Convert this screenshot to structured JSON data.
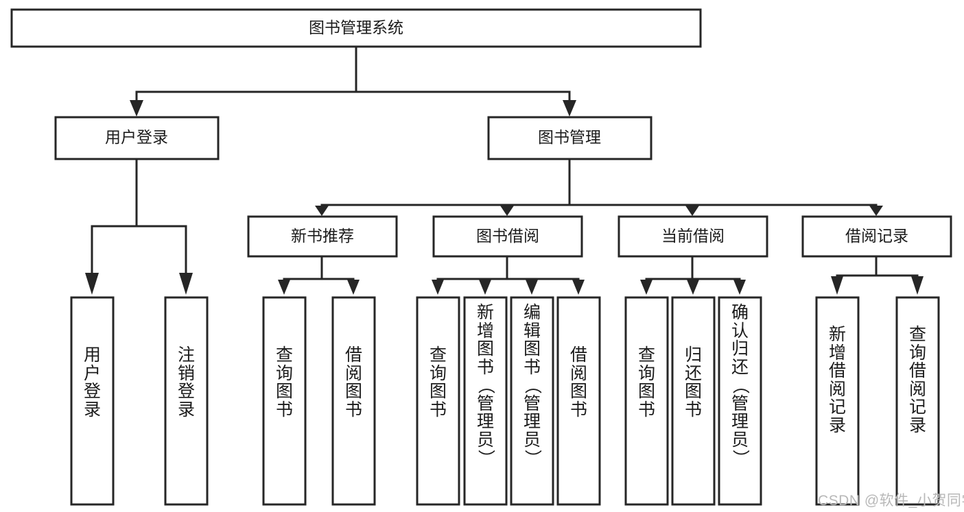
{
  "diagram": {
    "title_text": "图书管理系统",
    "type": "tree",
    "colors": {
      "stroke": "#262626",
      "fill": "#ffffff",
      "text": "#1b1b1b",
      "watermark": "#b8b8b8",
      "background": "#ffffff"
    },
    "root": {
      "label": "图书管理系统"
    },
    "level2": [
      {
        "label": "用户登录"
      },
      {
        "label": "图书管理"
      }
    ],
    "level3": [
      {
        "label": "新书推荐"
      },
      {
        "label": "图书借阅"
      },
      {
        "label": "当前借阅"
      },
      {
        "label": "借阅记录"
      }
    ],
    "leaves": {
      "user_login": [
        {
          "label": "用户登录"
        },
        {
          "label": "注销登录"
        }
      ],
      "new_book_recommend": [
        {
          "label": "查询图书"
        },
        {
          "label": "借阅图书"
        }
      ],
      "book_borrow": [
        {
          "label": "查询图书"
        },
        {
          "label": "新增图书（管理员）"
        },
        {
          "label": "编辑图书（管理员）"
        },
        {
          "label": "借阅图书"
        }
      ],
      "current_borrow": [
        {
          "label": "查询图书"
        },
        {
          "label": "归还图书"
        },
        {
          "label": "确认归还（管理员）"
        }
      ],
      "borrow_record": [
        {
          "label": "新增借阅记录"
        },
        {
          "label": "查询借阅记录"
        }
      ]
    },
    "watermark": "CSDN @软件_小贺同学"
  }
}
